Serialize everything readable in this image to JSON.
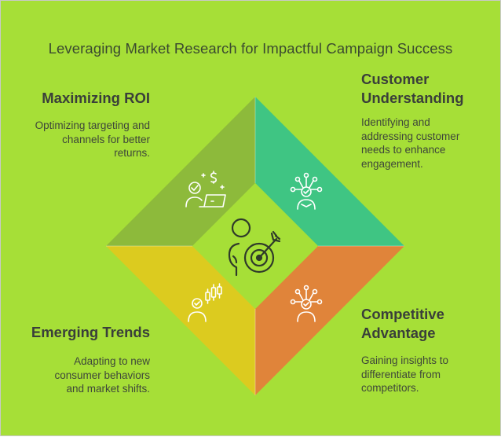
{
  "title": "Leveraging Market Research for Impactful Campaign Success",
  "colors": {
    "background": "#a6df37",
    "top_left": "#8dba3b",
    "top_right": "#3fc583",
    "bottom_right": "#e0843a",
    "bottom_left": "#dccb1f",
    "center": "#a6df37"
  },
  "sections": {
    "roi": {
      "heading": "Maximizing ROI",
      "desc_lines": [
        "Optimizing targeting and",
        "channels for better",
        "returns."
      ],
      "icon": "roi-person-dollar-icon"
    },
    "customer": {
      "heading_lines": [
        "Customer",
        "Understanding"
      ],
      "desc_lines": [
        "Identifying and",
        "addressing customer",
        "needs to enhance",
        "engagement."
      ],
      "icon": "customer-network-icon"
    },
    "trends": {
      "heading": "Emerging Trends",
      "desc_lines": [
        "Adapting to new",
        "consumer behaviors",
        "and market shifts."
      ],
      "icon": "trends-candlestick-icon"
    },
    "competitive": {
      "heading_lines": [
        "Competitive",
        "Advantage"
      ],
      "desc_lines": [
        "Gaining insights to",
        "differentiate from",
        "competitors."
      ],
      "icon": "competitive-network-icon"
    }
  },
  "center_icon": "person-target-icon"
}
